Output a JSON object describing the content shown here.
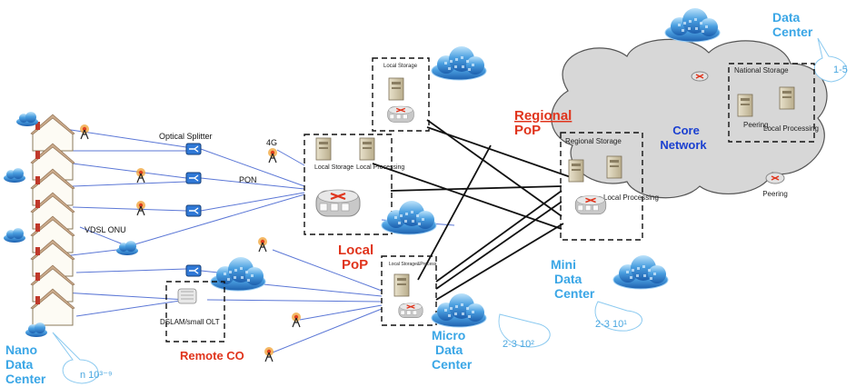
{
  "labels": {
    "optical_splitter": "Optical Splitter",
    "pon": "PON",
    "fourg": "4G",
    "vdsl_onu": "VDSL ONU",
    "dslam": "DSLAM/small OLT",
    "remote_co": "Remote  CO",
    "local_pop_1": "Local",
    "local_pop_2": "PoP",
    "regional_pop_1": "Regional",
    "regional_pop_2": "PoP",
    "core_1": "Core",
    "core_2": "Network",
    "local_storage": "Local Storage",
    "local_processing": "Local Processing",
    "local_storage_top": "Local Storage",
    "micro_storage": "Local Storage&Process",
    "regional_storage": "Regional Storage",
    "regional_processing": "Local Processing",
    "national_storage": "National Storage",
    "peering_inner": "Peering",
    "national_processing": "Local Processing",
    "peering": "Peering"
  },
  "tiers": {
    "nano": {
      "l1": "Nano",
      "l2": "Data",
      "l3": "Center",
      "callout": "n 10³⁻⁹"
    },
    "micro": {
      "l1": "Micro",
      "l2": "Data",
      "l3": "Center",
      "callout": "2-3 10²"
    },
    "mini": {
      "l1": "Mini",
      "l2": "Data",
      "l3": "Center",
      "callout": "2-3 10¹"
    },
    "dc": {
      "l1": "Data",
      "l2": "Center",
      "callout": "1-5"
    }
  },
  "colors": {
    "link_blue": "#5b77d6",
    "link_black": "#111111",
    "label_red": "#e0341c",
    "label_blue": "#3aa6e6",
    "core_text": "#1a3fd0",
    "cloud_blue": "#3f8fd8",
    "core_cloud": "#d7d7d7"
  }
}
